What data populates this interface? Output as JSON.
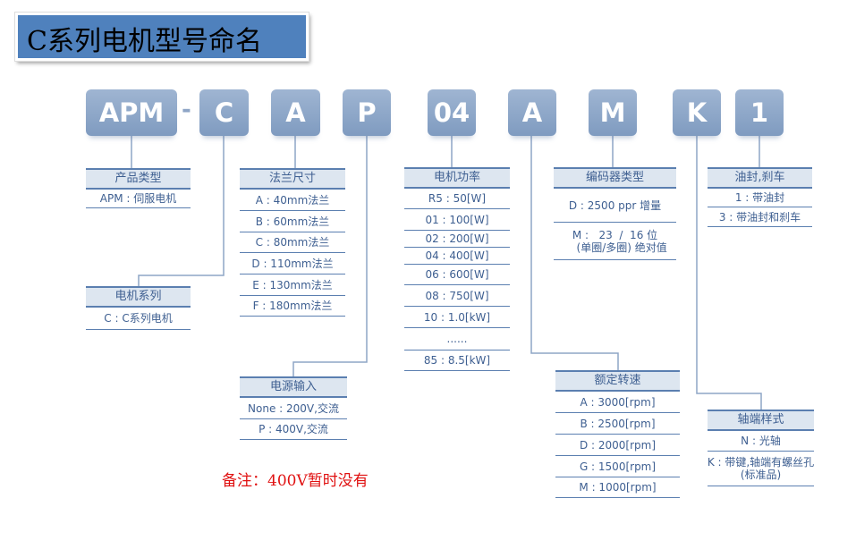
{
  "title": "C系列电机型号命名",
  "codes": [
    "APM",
    "C",
    "A",
    "P",
    "04",
    "A",
    "M",
    "K",
    "1"
  ],
  "dash": "-",
  "tables": [
    {
      "key": "product_type",
      "header": "产品类型",
      "rows": [
        "APM : 伺服电机"
      ]
    },
    {
      "key": "flange_size",
      "header": "法兰尺寸",
      "rows": [
        "A : 40mm法兰",
        "B : 60mm法兰",
        "C : 80mm法兰",
        "D : 110mm法兰",
        "E : 130mm法兰",
        "F : 180mm法兰"
      ]
    },
    {
      "key": "motor_series",
      "header": "电机系列",
      "rows": [
        "C : C系列电机"
      ]
    },
    {
      "key": "power_input",
      "header": "电源输入",
      "rows": [
        "None : 200V,交流",
        "P : 400V,交流"
      ]
    },
    {
      "key": "motor_power",
      "header": "电机功率",
      "rows": [
        "R5 : 50[W]",
        "01 : 100[W]",
        "02 : 200[W]",
        "04 : 400[W]",
        "06 : 600[W]",
        "08 : 750[W]",
        "10 : 1.0[kW]",
        "......",
        "85 : 8.5[kW]"
      ]
    },
    {
      "key": "encoder_type",
      "header": "编码器类型",
      "rows": [
        "D : 2500 ppr 增量",
        "M :   23  /  16 位\n    (单圈/多圈) 绝对值"
      ]
    },
    {
      "key": "oil_seal_brake",
      "header": "油封,刹车",
      "rows": [
        "1 : 带油封",
        "3 : 带油封和刹车"
      ]
    },
    {
      "key": "rated_speed",
      "header": "额定转速",
      "rows": [
        "A : 3000[rpm]",
        "B : 2500[rpm]",
        "D : 2000[rpm]",
        "G : 1500[rpm]",
        "M : 1000[rpm]"
      ]
    },
    {
      "key": "shaft_end",
      "header": "轴端样式",
      "rows": [
        "N : 光轴",
        "K : 带键,轴端有螺丝孔\n(标准品)"
      ]
    }
  ],
  "note": "备注：400V暂时没有"
}
